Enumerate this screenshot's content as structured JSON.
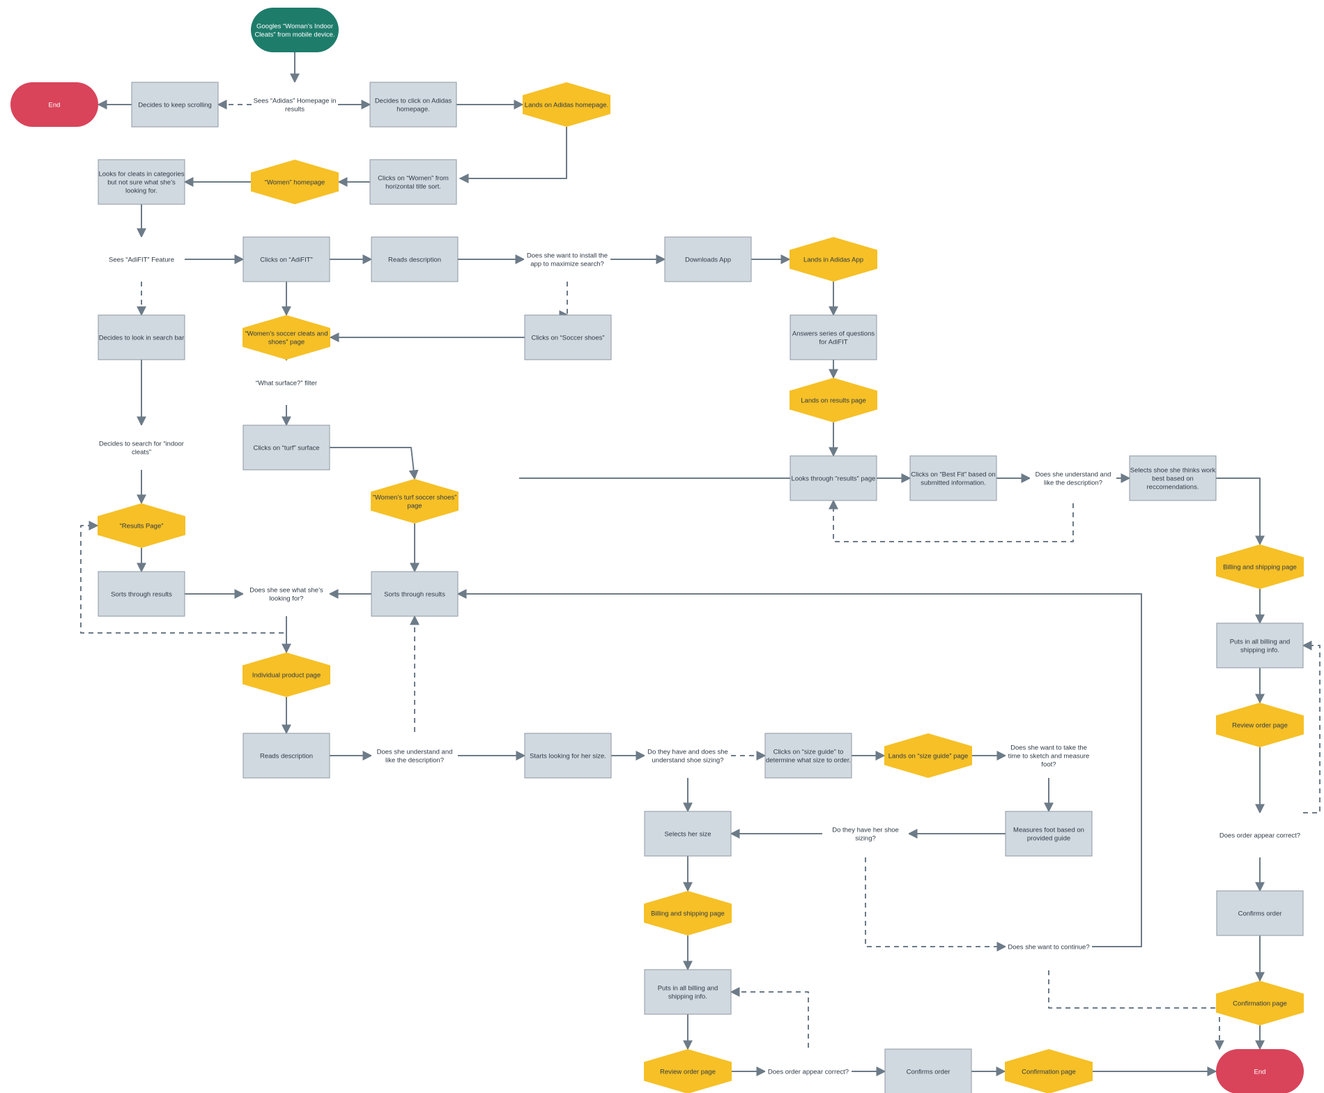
{
  "colors": {
    "start": "#1e7c6b",
    "end": "#d9445a",
    "page": "#f6c026",
    "process": "#d1d9e0",
    "process_border": "#8d98a3",
    "text": "#2f3b46",
    "terminal_text": "#ffffff",
    "connector": "#6d7b88",
    "decision_fill": "#ffffff"
  },
  "nodes": {
    "start": {
      "type": "start",
      "lines": [
        "Googles “Woman’s Indoor",
        "Cleats” from mobile device."
      ]
    },
    "end1": {
      "type": "end",
      "lines": [
        "End"
      ]
    },
    "keepscroll": {
      "type": "process",
      "lines": [
        "Decides to keep scrolling"
      ]
    },
    "seesadidas": {
      "type": "decision",
      "lines": [
        "Sees “Adidas” Homepage in",
        "results"
      ]
    },
    "clickadidas": {
      "type": "process",
      "lines": [
        "Decides to click on Adidas",
        "homepage."
      ]
    },
    "landshome": {
      "type": "page",
      "lines": [
        "Lands on Adidas homepage."
      ]
    },
    "clickwomen": {
      "type": "process",
      "lines": [
        "Clicks on “Women” from",
        "horizontal title sort."
      ]
    },
    "womenhome": {
      "type": "page",
      "lines": [
        "“Women” homepage"
      ]
    },
    "lookscats": {
      "type": "process",
      "lines": [
        "Looks for cleats in categories",
        "but not sure what she’s",
        "looking for."
      ]
    },
    "seesadifit": {
      "type": "decision",
      "lines": [
        "Sees “AdiFIT” Feature"
      ]
    },
    "clickadifit": {
      "type": "process",
      "lines": [
        "Clicks on “AdiFIT”"
      ]
    },
    "readsdesc1": {
      "type": "process",
      "lines": [
        "Reads description"
      ]
    },
    "installapp": {
      "type": "decision",
      "lines": [
        "Does she want to install the",
        "app to maximize search?"
      ]
    },
    "downloads": {
      "type": "process",
      "lines": [
        "Downloads App"
      ]
    },
    "landsapp": {
      "type": "page",
      "lines": [
        "Lands in Adidas App"
      ]
    },
    "searchbar": {
      "type": "process",
      "lines": [
        "Decides to look in search bar"
      ]
    },
    "soccerpage": {
      "type": "page",
      "lines": [
        "“Women’s soccer cleats and",
        "shoes” page"
      ]
    },
    "clicksoccer": {
      "type": "process",
      "lines": [
        "Clicks on “Soccer shoes”"
      ]
    },
    "answers": {
      "type": "process",
      "lines": [
        "Answers series of questions",
        "for AdiFIT"
      ]
    },
    "surface": {
      "type": "decision",
      "lines": [
        "“What surface?” filter"
      ]
    },
    "landsresults": {
      "type": "page",
      "lines": [
        "Lands on results page"
      ]
    },
    "indoor": {
      "type": "decision",
      "lines": [
        "Decides to search for “indoor",
        "cleats”"
      ]
    },
    "turf": {
      "type": "process",
      "lines": [
        "Clicks on “turf” surface"
      ]
    },
    "looksresults": {
      "type": "process",
      "lines": [
        "Looks through “results” page"
      ]
    },
    "bestfit": {
      "type": "process",
      "lines": [
        "Clicks on “Best Fit” based on",
        "submitted information."
      ]
    },
    "understand1": {
      "type": "decision",
      "lines": [
        "Does she understand and",
        "like the description?"
      ]
    },
    "selectsshoe": {
      "type": "process",
      "lines": [
        "Selects shoe she thinks work",
        "best based on",
        "reccomendations."
      ]
    },
    "turfpage": {
      "type": "page",
      "lines": [
        "“Women’s turf soccer shoes”",
        "page"
      ]
    },
    "resultspage": {
      "type": "page",
      "lines": [
        "“Results Page”"
      ]
    },
    "sorts1": {
      "type": "process",
      "lines": [
        "Sorts through results"
      ]
    },
    "seewhat": {
      "type": "decision",
      "lines": [
        "Does she see what she’s",
        "looking for?"
      ]
    },
    "sorts2": {
      "type": "process",
      "lines": [
        "Sorts through results"
      ]
    },
    "billing1": {
      "type": "page",
      "lines": [
        "Billing and shipping page"
      ]
    },
    "putsbilling1": {
      "type": "process",
      "lines": [
        "Puts in all billing and",
        "shipping info."
      ]
    },
    "product": {
      "type": "page",
      "lines": [
        "Individual product page"
      ]
    },
    "review1": {
      "type": "page",
      "lines": [
        "Review order page"
      ]
    },
    "readsdesc2": {
      "type": "process",
      "lines": [
        "Reads description"
      ]
    },
    "understand2": {
      "type": "decision",
      "lines": [
        "Does she understand and",
        "like the description?"
      ]
    },
    "startsize": {
      "type": "process",
      "lines": [
        "Starts looking for her size."
      ]
    },
    "sizing": {
      "type": "decision",
      "lines": [
        "Do they have and does she",
        "understand shoe sizing?"
      ]
    },
    "sizeguide": {
      "type": "process",
      "lines": [
        "Clicks on “size guide” to",
        "determine what size to order."
      ]
    },
    "sizeguidepage": {
      "type": "page",
      "lines": [
        "Lands on “size guide” page"
      ]
    },
    "measure": {
      "type": "decision",
      "lines": [
        "Does she want to take the",
        "time to sketch and measure",
        "foot?"
      ]
    },
    "selectsize": {
      "type": "process",
      "lines": [
        "Selects her size"
      ]
    },
    "havesize": {
      "type": "decision",
      "lines": [
        "Do they have her shoe",
        "sizing?"
      ]
    },
    "measures": {
      "type": "process",
      "lines": [
        "Measures foot based on",
        "provided guide"
      ]
    },
    "correct1": {
      "type": "decision",
      "lines": [
        "Does order appear correct?"
      ]
    },
    "billing2": {
      "type": "page",
      "lines": [
        "Billing and shipping page"
      ]
    },
    "confirms1": {
      "type": "process",
      "lines": [
        "Confirms order"
      ]
    },
    "continue": {
      "type": "decision",
      "lines": [
        "Does she want to continue?"
      ]
    },
    "putsbilling2": {
      "type": "process",
      "lines": [
        "Puts in all billing and",
        "shipping info."
      ]
    },
    "confpage1": {
      "type": "page",
      "lines": [
        "Confirmation page"
      ]
    },
    "review2": {
      "type": "page",
      "lines": [
        "Review order page"
      ]
    },
    "correct2": {
      "type": "decision",
      "lines": [
        "Does order appear correct?"
      ]
    },
    "confirms2": {
      "type": "process",
      "lines": [
        "Confirms order"
      ]
    },
    "confpage2": {
      "type": "page",
      "lines": [
        "Confirmation page"
      ]
    },
    "end2": {
      "type": "end",
      "lines": [
        "End"
      ]
    }
  },
  "edges": [
    {
      "from": "start",
      "to": "seesadidas"
    },
    {
      "from": "seesadidas",
      "to": "keepscroll",
      "dashed": true
    },
    {
      "from": "keepscroll",
      "to": "end1"
    },
    {
      "from": "seesadidas",
      "to": "clickadidas"
    },
    {
      "from": "clickadidas",
      "to": "landshome"
    },
    {
      "from": "landshome",
      "to": "clickwomen"
    },
    {
      "from": "clickwomen",
      "to": "womenhome"
    },
    {
      "from": "womenhome",
      "to": "lookscats"
    },
    {
      "from": "lookscats",
      "to": "seesadifit"
    },
    {
      "from": "seesadifit",
      "to": "clickadifit"
    },
    {
      "from": "seesadifit",
      "to": "searchbar",
      "dashed": true
    },
    {
      "from": "clickadifit",
      "to": "readsdesc1"
    },
    {
      "from": "readsdesc1",
      "to": "installapp"
    },
    {
      "from": "installapp",
      "to": "downloads"
    },
    {
      "from": "installapp",
      "to": "clicksoccer",
      "dashed": true
    },
    {
      "from": "downloads",
      "to": "landsapp"
    },
    {
      "from": "landsapp",
      "to": "answers"
    },
    {
      "from": "answers",
      "to": "landsresults"
    },
    {
      "from": "landsresults",
      "to": "looksresults"
    },
    {
      "from": "looksresults",
      "to": "bestfit"
    },
    {
      "from": "bestfit",
      "to": "understand1"
    },
    {
      "from": "understand1",
      "to": "selectsshoe"
    },
    {
      "from": "understand1",
      "to": "looksresults",
      "dashed": true
    },
    {
      "from": "selectsshoe",
      "to": "billing1"
    },
    {
      "from": "billing1",
      "to": "putsbilling1"
    },
    {
      "from": "putsbilling1",
      "to": "review1"
    },
    {
      "from": "review1",
      "to": "correct1"
    },
    {
      "from": "correct1",
      "to": "putsbilling1",
      "dashed": true
    },
    {
      "from": "correct1",
      "to": "confirms1"
    },
    {
      "from": "confirms1",
      "to": "confpage1"
    },
    {
      "from": "confpage1",
      "to": "end2"
    },
    {
      "from": "clickadifit",
      "to": "soccerpage"
    },
    {
      "from": "clicksoccer",
      "to": "soccerpage"
    },
    {
      "from": "soccerpage",
      "to": "surface"
    },
    {
      "from": "surface",
      "to": "turf"
    },
    {
      "from": "turf",
      "to": "turfpage"
    },
    {
      "from": "turfpage",
      "to": "sorts2"
    },
    {
      "from": "searchbar",
      "to": "indoor"
    },
    {
      "from": "indoor",
      "to": "resultspage"
    },
    {
      "from": "resultspage",
      "to": "sorts1"
    },
    {
      "from": "sorts1",
      "to": "seewhat"
    },
    {
      "from": "sorts2",
      "to": "seewhat"
    },
    {
      "from": "seewhat",
      "to": "resultspage",
      "dashed": true
    },
    {
      "from": "seewhat",
      "to": "product"
    },
    {
      "from": "product",
      "to": "readsdesc2"
    },
    {
      "from": "readsdesc2",
      "to": "understand2"
    },
    {
      "from": "understand2",
      "to": "sorts2",
      "dashed": true
    },
    {
      "from": "understand2",
      "to": "startsize"
    },
    {
      "from": "startsize",
      "to": "sizing"
    },
    {
      "from": "sizing",
      "to": "sizeguide",
      "dashed": true
    },
    {
      "from": "sizing",
      "to": "selectsize"
    },
    {
      "from": "sizeguide",
      "to": "sizeguidepage"
    },
    {
      "from": "sizeguidepage",
      "to": "measure"
    },
    {
      "from": "measure",
      "to": "measures"
    },
    {
      "from": "measures",
      "to": "havesize"
    },
    {
      "from": "havesize",
      "to": "selectsize"
    },
    {
      "from": "havesize",
      "to": "continue",
      "dashed": true
    },
    {
      "from": "continue",
      "to": "sorts2"
    },
    {
      "from": "continue",
      "to": "end2",
      "dashed": true
    },
    {
      "from": "selectsize",
      "to": "billing2"
    },
    {
      "from": "billing2",
      "to": "putsbilling2"
    },
    {
      "from": "putsbilling2",
      "to": "review2"
    },
    {
      "from": "review2",
      "to": "correct2"
    },
    {
      "from": "correct2",
      "to": "putsbilling2",
      "dashed": true
    },
    {
      "from": "correct2",
      "to": "confirms2"
    },
    {
      "from": "confirms2",
      "to": "confpage2"
    },
    {
      "from": "confpage2",
      "to": "end2"
    }
  ]
}
